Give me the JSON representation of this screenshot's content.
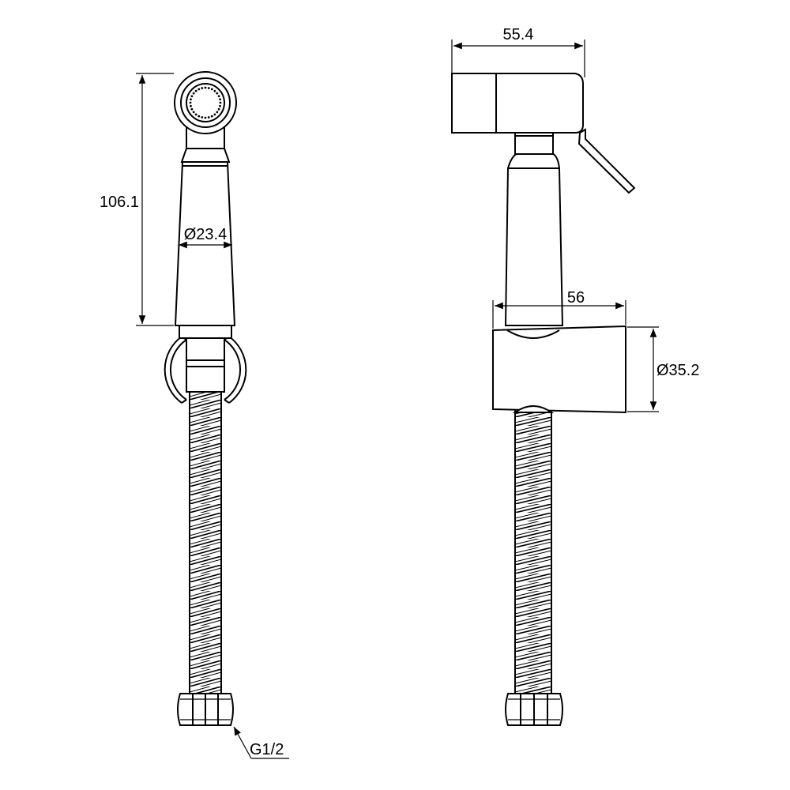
{
  "dimensions": {
    "height": "106.1",
    "handle_diameter": "Ø23.4",
    "head_width": "55.4",
    "holder_width": "56",
    "holder_diameter": "Ø35.2",
    "thread": "G1/2"
  }
}
